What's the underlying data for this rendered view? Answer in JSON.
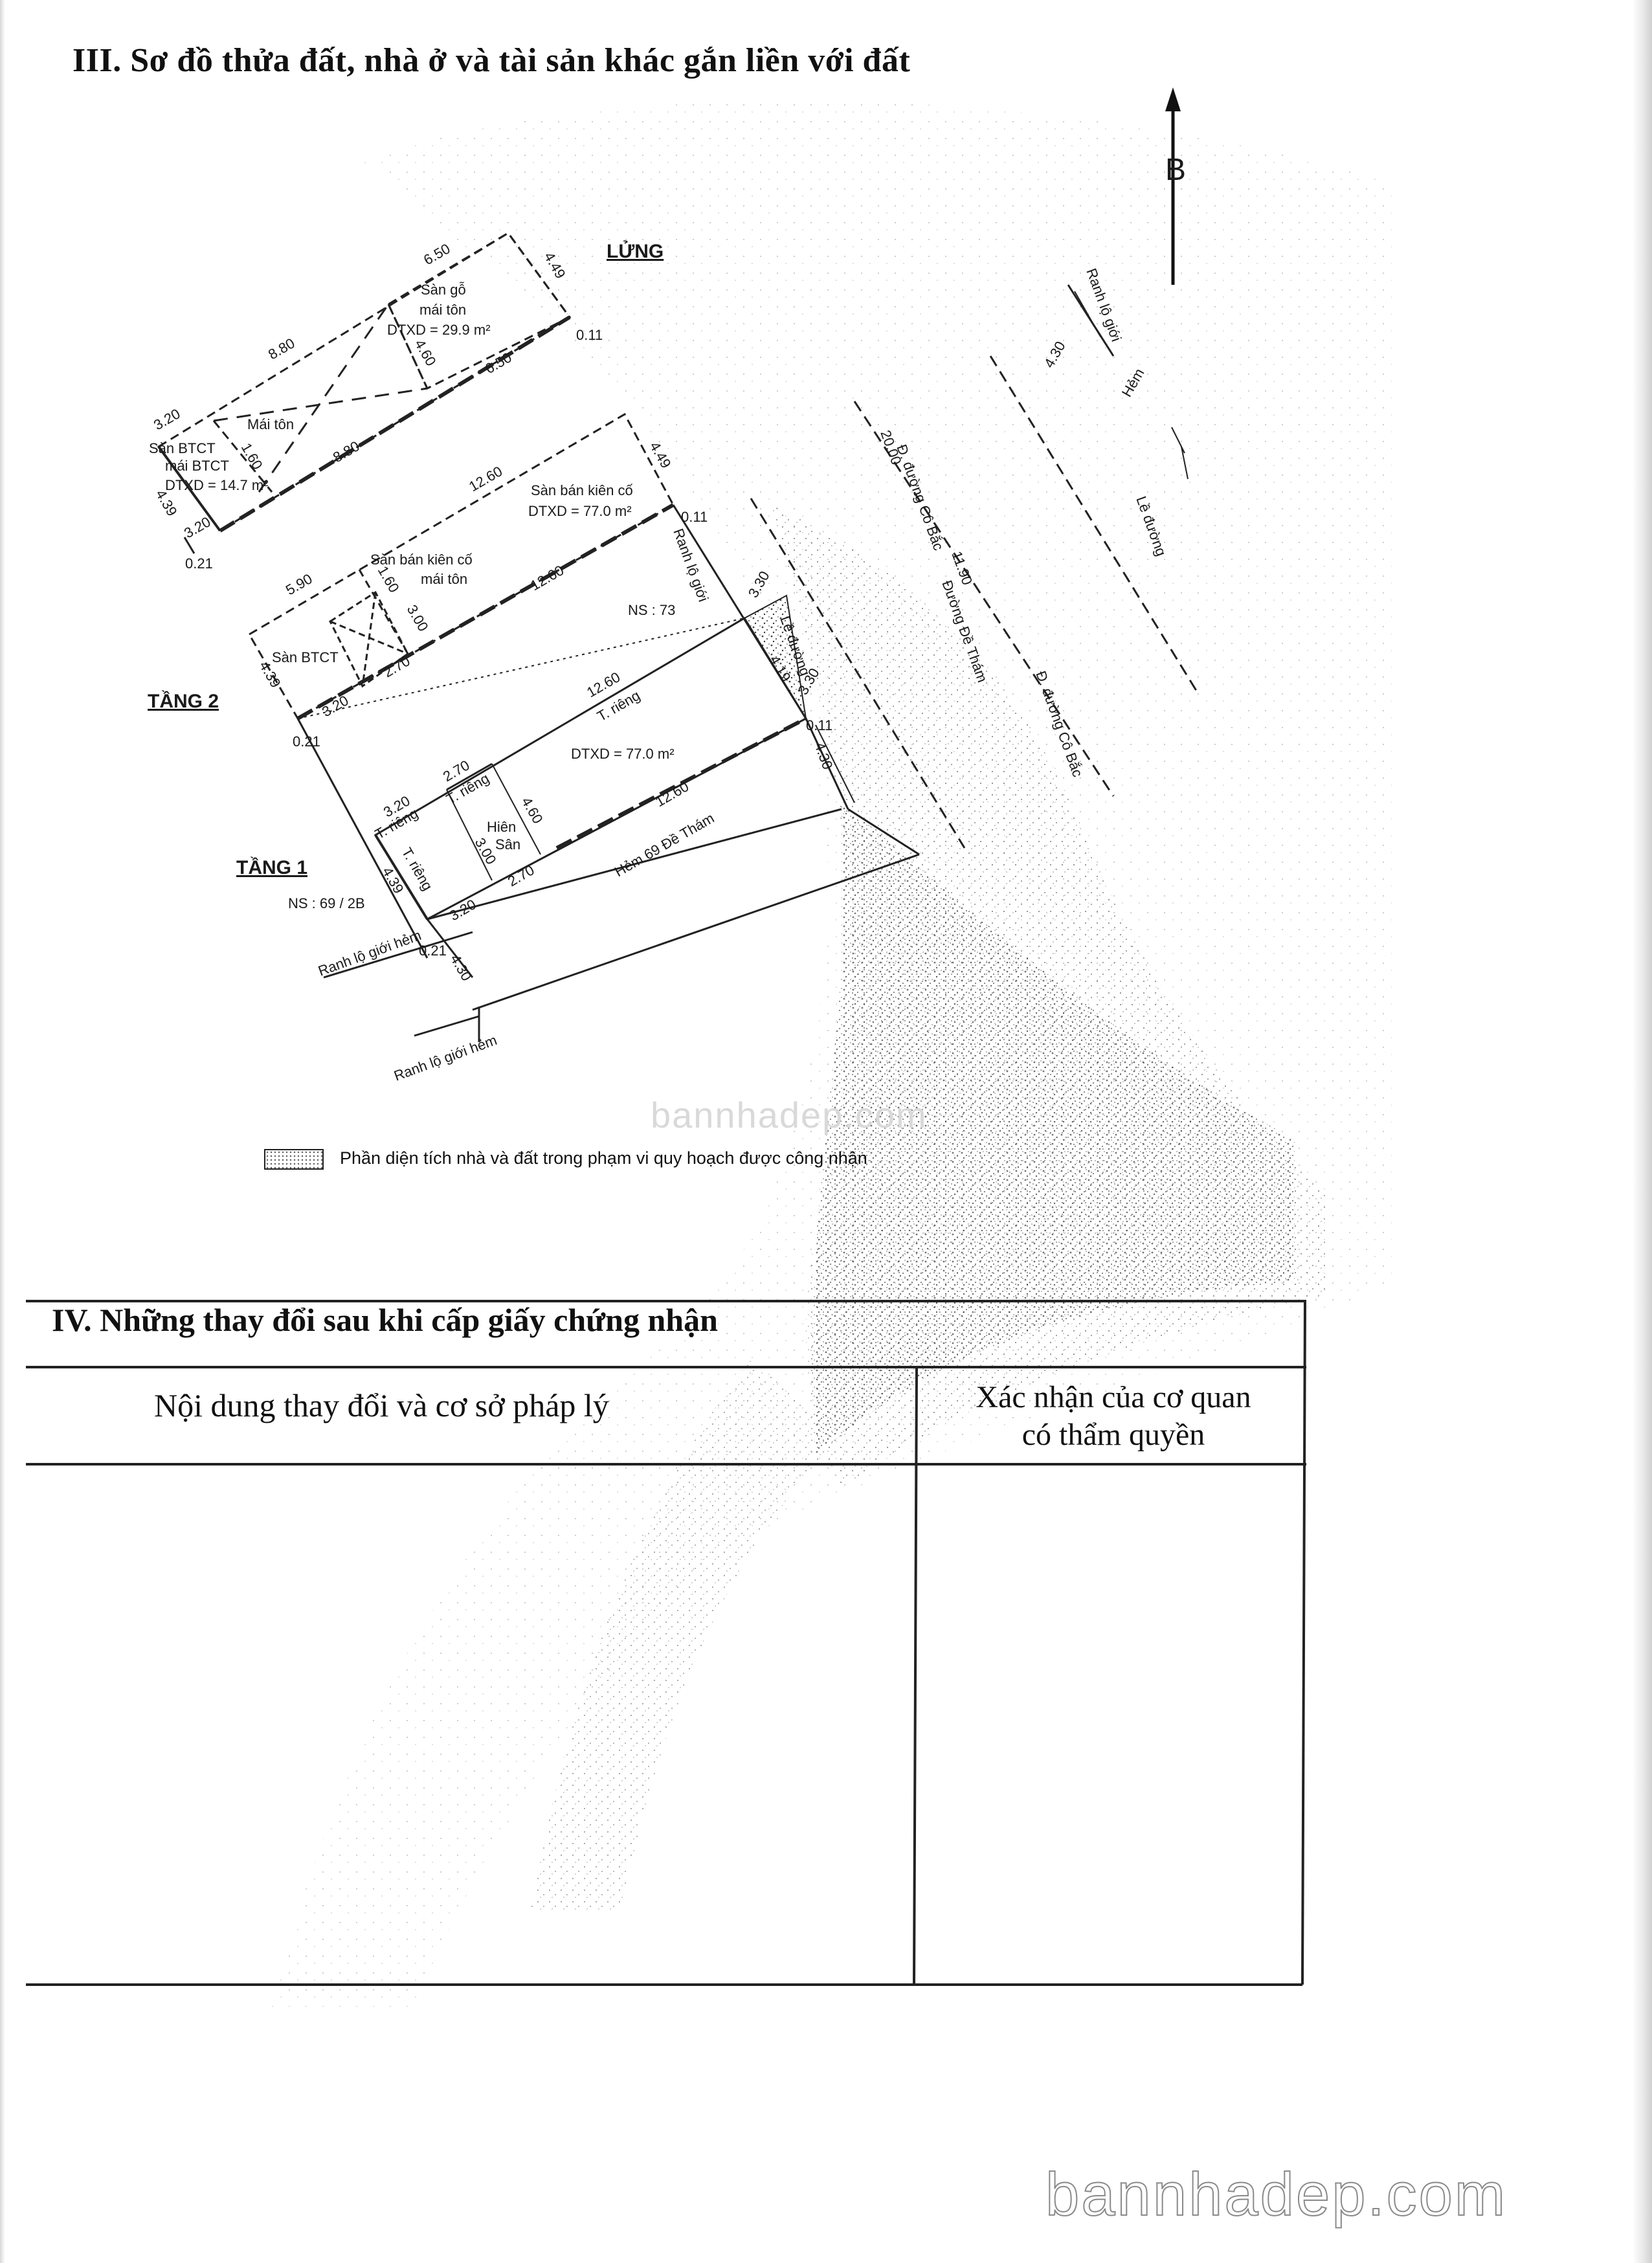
{
  "section3": {
    "title": "III. Sơ đồ thửa đất, nhà ở và tài sản khác gắn liền với đất"
  },
  "compass": {
    "letter": "B"
  },
  "floors": {
    "lung": "LỬNG",
    "tang2": "TẦNG 2",
    "tang1": "TẦNG 1"
  },
  "lung": {
    "dim_650_top": "6.50",
    "dim_449_top": "4.49",
    "san_go": "Sàn gỗ",
    "mai_ton_a": "mái tôn",
    "dtxd_a": "DTXD = 29.9 m²",
    "dim_011_a": "0.11",
    "dim_880_top": "8.80",
    "dim_460": "4.60",
    "dim_650_b": "6.50",
    "dim_320_a": "3.20",
    "mai_ton_b": "Mái tôn",
    "san_btct": "Sàn BTCT",
    "mai_btct": "mái BTCT",
    "dtxd_b": "DTXD = 14.7 m²",
    "dim_160": "1.60",
    "dim_880_b": "8.80",
    "dim_439_a": "4.39",
    "dim_320_b": "3.20",
    "dim_021_a": "0.21"
  },
  "tang2": {
    "dim_1260_a": "12.60",
    "dim_449": "4.49",
    "san_ban_kien_co": "Sàn bán kiên cố",
    "dtxd": "DTXD = 77.0 m²",
    "dim_011": "0.11",
    "san_ban_kien_co_2": "Sàn bán kiên cố",
    "mai_ton": "mái tôn",
    "dim_590": "5.90",
    "dim_160": "1.60",
    "dim_300": "3.00",
    "dim_1260_b": "12.60",
    "san_btct": "Sàn BTCT",
    "dim_439": "4.39",
    "dim_270": "2.70",
    "dim_320": "3.20",
    "dim_021": "0.21",
    "ns": "NS : 73",
    "ranh_lo_gioi": "Ranh lộ giới"
  },
  "tang1": {
    "dim_1260_a": "12.60",
    "t_rieng_a": "T. riêng",
    "dtxd": "DTXD = 77.0 m²",
    "dim_270_a": "2.70",
    "dim_320_a": "3.20",
    "t_rieng_b": "T. riêng",
    "t_rieng_c": "T. riêng",
    "hien": "Hiên",
    "san": "Sân",
    "dim_460": "4.60",
    "dim_300": "3.00",
    "t_rieng_d": "T. riêng",
    "dim_1260_b": "12.60",
    "hem": "Hẻm 69 Đề Thám",
    "dim_439": "4.39",
    "dim_320_b": "3.20",
    "dim_270_b": "2.70",
    "dim_021": "0.21",
    "dim_430": "4.30",
    "ns": "NS : 69 / 2B",
    "ranh_lo_gioi_hem_a": "Ranh lộ giới hẻm",
    "ranh_lo_gioi_hem_b": "Ranh lộ giới hẻm"
  },
  "roads": {
    "dim_330_a": "3.30",
    "le_duong_a": "Lề đường",
    "dim_419": "4.19",
    "dim_330_b": "3.30",
    "dim_011": "0.11",
    "dim_430": "4.30",
    "dim_2000": "20.00",
    "d_duong_ca_bac_a": "Đ. đường Cô Bắc",
    "dim_1190": "11.90",
    "duong_de_tham": "Đường Đề Thám",
    "d_duong_ca_bac_b": "Đ. đường Cô Bắc",
    "dim_430_b": "4.30",
    "hem": "Hẻm",
    "le_duong_b": "Lề đường",
    "ranh_lo_gioi": "Ranh lộ giới"
  },
  "legend": {
    "text": "Phần diện tích nhà và đất trong phạm vi quy hoạch được công nhận"
  },
  "section4": {
    "title": "IV. Những thay đổi sau khi cấp giấy chứng nhận",
    "col1": "Nội dung thay đổi và cơ sở pháp lý",
    "col2_line1": "Xác nhận của cơ quan",
    "col2_line2": "có thẩm quyền"
  },
  "watermarks": {
    "mid": "bannhadep.com",
    "bottom": "bannhadep.com"
  }
}
